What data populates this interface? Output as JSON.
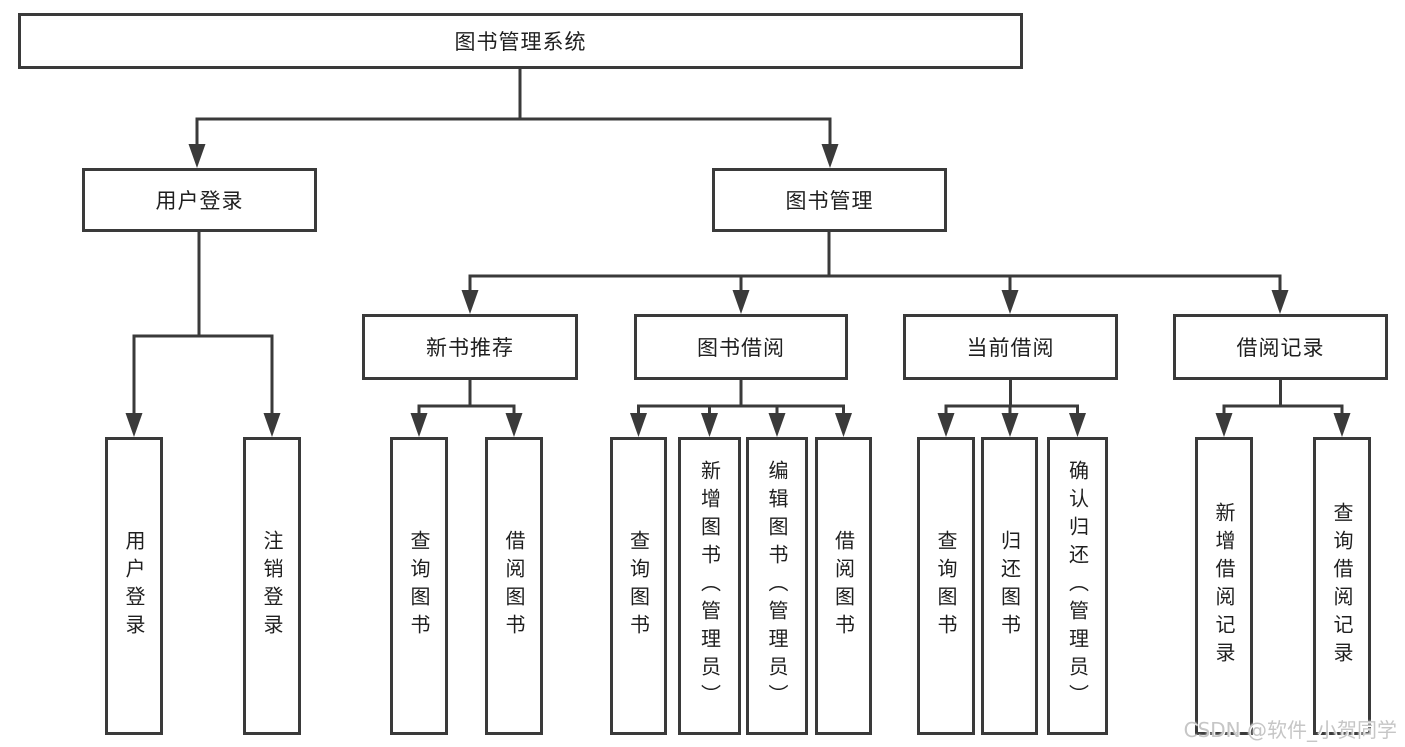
{
  "diagram": {
    "root": {
      "label": "图书管理系统"
    },
    "branches": [
      {
        "label": "用户登录",
        "children": [
          {
            "label": "用户登录"
          },
          {
            "label": "注销登录"
          }
        ]
      },
      {
        "label": "图书管理",
        "children": [
          {
            "label": "新书推荐",
            "children": [
              {
                "label": "查询图书"
              },
              {
                "label": "借阅图书"
              }
            ]
          },
          {
            "label": "图书借阅",
            "children": [
              {
                "label": "查询图书"
              },
              {
                "label": "新增图书（管理员）"
              },
              {
                "label": "编辑图书（管理员）"
              },
              {
                "label": "借阅图书"
              }
            ]
          },
          {
            "label": "当前借阅",
            "children": [
              {
                "label": "查询图书"
              },
              {
                "label": "归还图书"
              },
              {
                "label": "确认归还（管理员）"
              }
            ]
          },
          {
            "label": "借阅记录",
            "children": [
              {
                "label": "新增借阅记录"
              },
              {
                "label": "查询借阅记录"
              }
            ]
          }
        ]
      }
    ]
  },
  "watermark": {
    "text": "CSDN @软件_小贺同学"
  },
  "colors": {
    "line": "#3a3a3a",
    "border": "#3a3a3a",
    "text": "#1f1f1f",
    "watermark": "#c6c6c6",
    "background": "#ffffff"
  }
}
